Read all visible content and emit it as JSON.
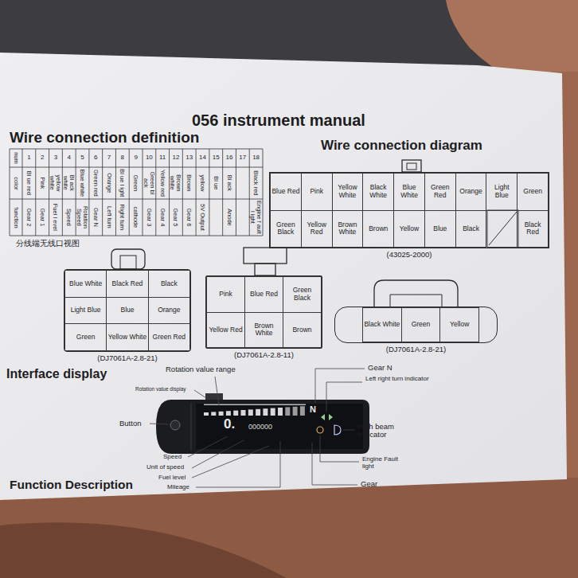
{
  "diagram": {
    "title": "056 instrument manual",
    "nodes": [
      {
        "text": [
          "(43025-2000)"
        ]
      },
      {
        "text": [
          "Blue Red"
        ],
        "in": 0
      },
      {
        "text": [
          "Pink"
        ],
        "in": 0
      },
      {
        "text": [
          "Yellow White"
        ],
        "in": 0
      },
      {
        "text": [
          "Black White"
        ],
        "in": 0
      },
      {
        "text": [
          "Blue White"
        ],
        "in": 0
      },
      {
        "text": [
          "Green Red"
        ],
        "in": 0
      },
      {
        "text": [
          "Orange"
        ],
        "in": 0
      },
      {
        "text": [
          "Light Blue"
        ],
        "in": 0
      },
      {
        "text": [
          "Green"
        ],
        "in": 0
      },
      {
        "text": [
          "Green Black"
        ],
        "in": 0
      },
      {
        "text": [
          "Yellow Red"
        ],
        "in": 0
      },
      {
        "text": [
          "Brown White"
        ],
        "in": 0
      },
      {
        "text": [
          "Brown"
        ],
        "in": 0
      },
      {
        "text": [
          "Yellow"
        ],
        "in": 0
      },
      {
        "text": [
          "Blue"
        ],
        "in": 0
      },
      {
        "text": [
          "Black"
        ],
        "in": 0
      },
      {
        "text": [
          "Black Red"
        ],
        "in": 0
      },
      {
        "text": [
          "(DJ7061A-2.8-21)"
        ]
      },
      {
        "text": [
          "Blue White"
        ],
        "in": 18
      },
      {
        "text": [
          "Black Red"
        ],
        "in": 18
      },
      {
        "text": [
          "Black"
        ],
        "in": 18
      },
      {
        "text": [
          "Light Blue"
        ],
        "in": 18
      },
      {
        "text": [
          "Blue"
        ],
        "in": 18
      },
      {
        "text": [
          "Orange"
        ],
        "in": 18
      },
      {
        "text": [
          "Green"
        ],
        "in": 18
      },
      {
        "text": [
          "Yellow White"
        ],
        "in": 18
      },
      {
        "text": [
          "Green Red"
        ],
        "in": 18
      },
      {
        "text": [
          "(DJ7061A-2.8-11)"
        ]
      },
      {
        "text": [
          "Pink"
        ],
        "in": 28
      },
      {
        "text": [
          "Blue Red"
        ],
        "in": 28
      },
      {
        "text": [
          "Green Black"
        ],
        "in": 28
      },
      {
        "text": [
          "Yellow Red"
        ],
        "in": 28
      },
      {
        "text": [
          "Brown White"
        ],
        "in": 28
      },
      {
        "text": [
          "Brown"
        ],
        "in": 28
      },
      {
        "text": [
          "(DJ7061A-2.8-21)"
        ]
      },
      {
        "text": [
          "Black White"
        ],
        "in": 35
      },
      {
        "text": [
          "Green"
        ],
        "in": 35
      },
      {
        "text": [
          "Yellow"
        ],
        "in": 35
      }
    ],
    "labels": [
      "Wire connection definition",
      "Wire connection diagram",
      "num",
      "color",
      "function",
      "1",
      "2",
      "3",
      "4",
      "5",
      "6",
      "7",
      "8",
      "9",
      "10",
      "11",
      "12",
      "13",
      "14",
      "15",
      "16",
      "17",
      "18",
      "Bl ue red",
      "Pink",
      "yellow white",
      "Bl ack white",
      "Blue white",
      "Green red",
      "Orange",
      "Bl ue l ight",
      "Green",
      "Green bl ack",
      "Yellow red",
      "Brown white",
      "Brown",
      "yellow",
      "Bl ue",
      "Bl ack",
      "Black red",
      "Gear 2",
      "Gear 1",
      "Fuel l evel",
      "Speed",
      "Rotation Speed",
      "Gear N",
      "Left turn",
      "Right turn",
      "cathode",
      "Gear 3",
      "Gear 4",
      "Gear 5",
      "Gear 6",
      "5V Output",
      "Anode",
      "Engine f ault l ight",
      "分线端无线口视图",
      "Interface display",
      "Rotation value range",
      "Rotation value display",
      "Button",
      "Speed",
      "Unit of speed",
      "Fuel level",
      "Mileage",
      "Gear N",
      "Left right turn indicator",
      "High beam Indicator",
      "Engine Fault light",
      "Gear",
      "Function Description",
      "0.",
      "000000",
      "N"
    ]
  }
}
